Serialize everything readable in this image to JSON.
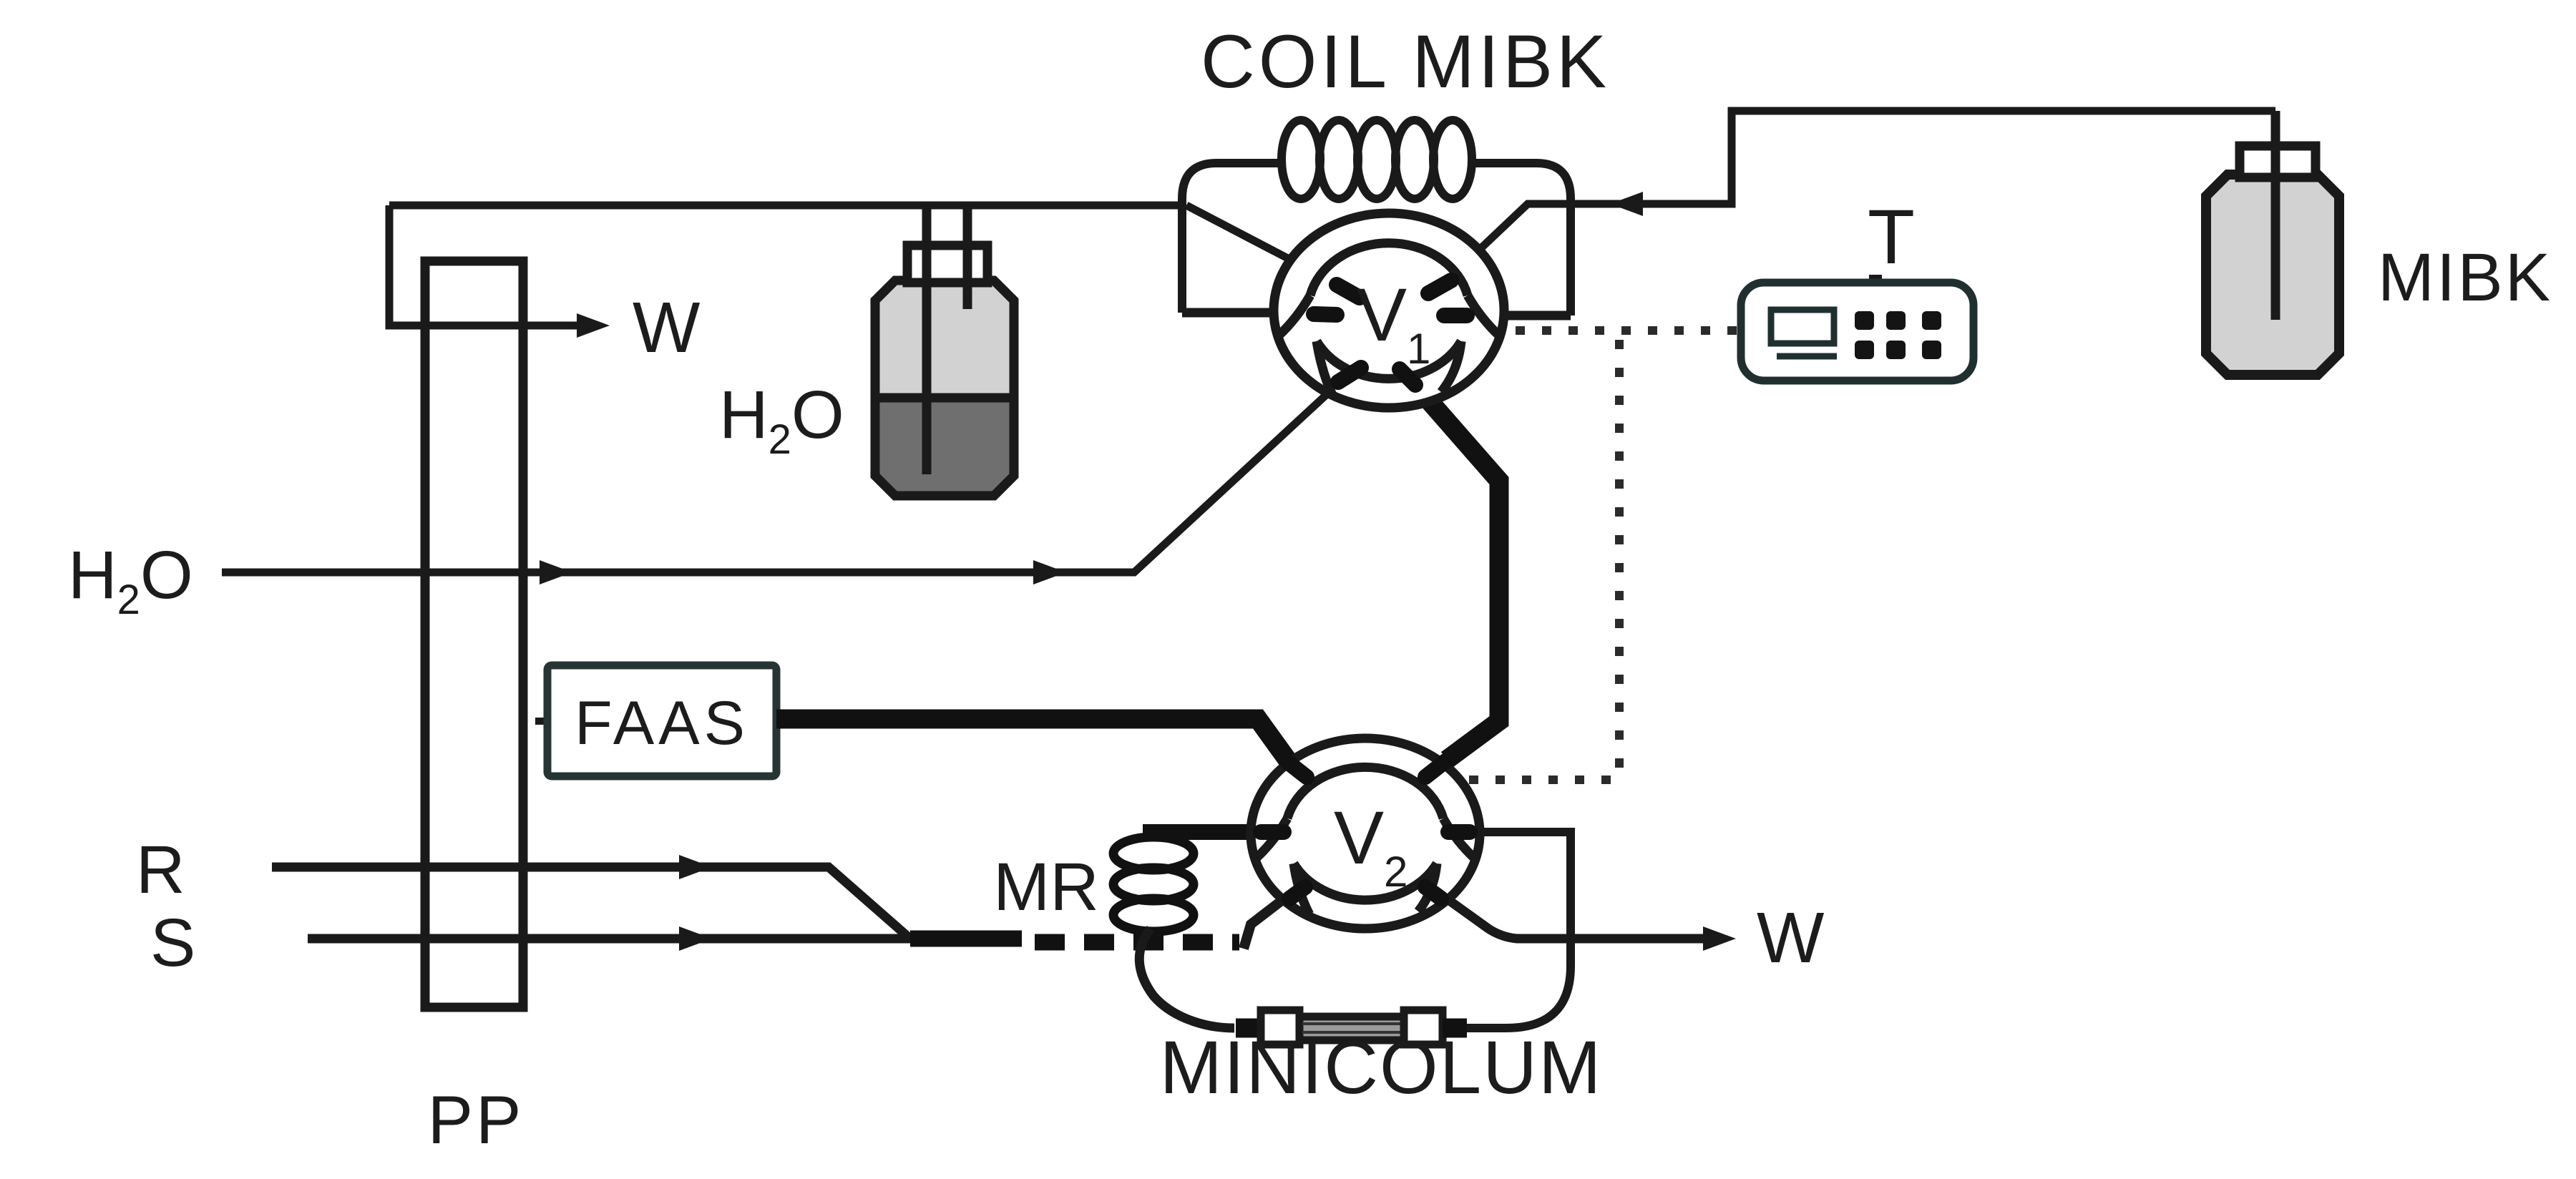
{
  "diagram_title": "COIL MIBK",
  "colors": {
    "line": "#1a1a1a",
    "thick_line": "#111111",
    "bottle_light": "#d2d2d2",
    "bottle_liquid": "#6f6f6f",
    "column_body": "#9a9a9a",
    "device_stroke": "#203030",
    "background": "#ffffff"
  },
  "labels": {
    "title": "COIL MIBK",
    "waste_top": "W",
    "waste_right": "W",
    "h2o_bottle": {
      "h": "H",
      "sub": "2",
      "o": "O"
    },
    "h2o_feed": {
      "h": "H",
      "sub": "2",
      "o": "O"
    },
    "faas": "FAAS",
    "reagent": "R",
    "sample": "S",
    "pump": "PP",
    "micro_reactor": "MR",
    "minicolumn": "MINICOLUM",
    "valve1": {
      "v": "V",
      "sub": "1"
    },
    "valve2": {
      "v": "V",
      "sub": "2"
    },
    "timer": "T",
    "mibk": "MIBK"
  },
  "icons": [
    "peristaltic-pump-icon",
    "h2o-bottle-icon",
    "mibk-bottle-icon",
    "coil-icon",
    "valve-icon",
    "mr-coil-icon",
    "minicolumn-icon",
    "timer-icon",
    "arrow-icon",
    "dotted-control-line"
  ]
}
